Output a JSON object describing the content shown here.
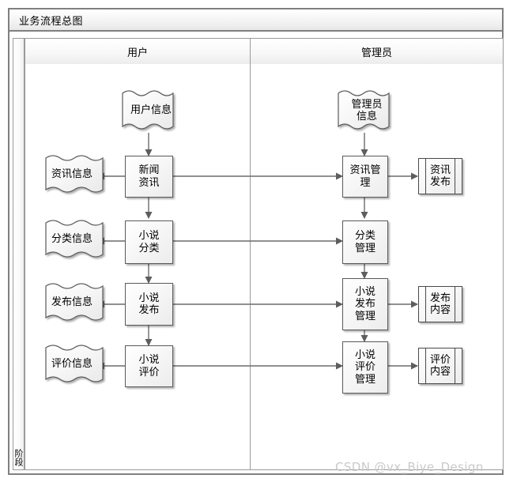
{
  "diagram": {
    "title": "业务流程总图",
    "phase_label": "阶段",
    "lanes": [
      {
        "id": "user",
        "label": "用户"
      },
      {
        "id": "admin",
        "label": "管理员"
      }
    ],
    "nodes": {
      "user_info": {
        "label": "用户信息",
        "type": "document"
      },
      "news_info": {
        "label": "新闻\n资讯",
        "type": "process"
      },
      "news_data": {
        "label": "资讯信息",
        "type": "document"
      },
      "novel_category": {
        "label": "小说\n分类",
        "type": "process"
      },
      "category_data": {
        "label": "分类信息",
        "type": "document"
      },
      "novel_publish": {
        "label": "小说\n发布",
        "type": "process"
      },
      "publish_data": {
        "label": "发布信息",
        "type": "document"
      },
      "novel_review": {
        "label": "小说\n评价",
        "type": "process"
      },
      "review_data": {
        "label": "评价信息",
        "type": "document"
      },
      "admin_info": {
        "label": "管理员\n信息",
        "type": "document"
      },
      "info_mgmt": {
        "label": "资讯管\n理",
        "type": "process"
      },
      "info_release": {
        "label": "资讯\n发布",
        "type": "predefined"
      },
      "category_mgmt": {
        "label": "分类\n管理",
        "type": "process"
      },
      "publish_mgmt": {
        "label": "小说\n发布\n管理",
        "type": "process"
      },
      "publish_content": {
        "label": "发布\n内容",
        "type": "predefined"
      },
      "review_mgmt": {
        "label": "小说\n评价\n管理",
        "type": "process"
      },
      "review_content": {
        "label": "评价\n内容",
        "type": "predefined"
      }
    },
    "watermark": "CSDN @vx_Biye_Design",
    "colors": {
      "frame": "#808080",
      "lane_border": "#9a9a9a",
      "shape_border": "#5a5a5a",
      "connector": "#6b6b6b",
      "watermark": "#c9c9c9"
    }
  }
}
